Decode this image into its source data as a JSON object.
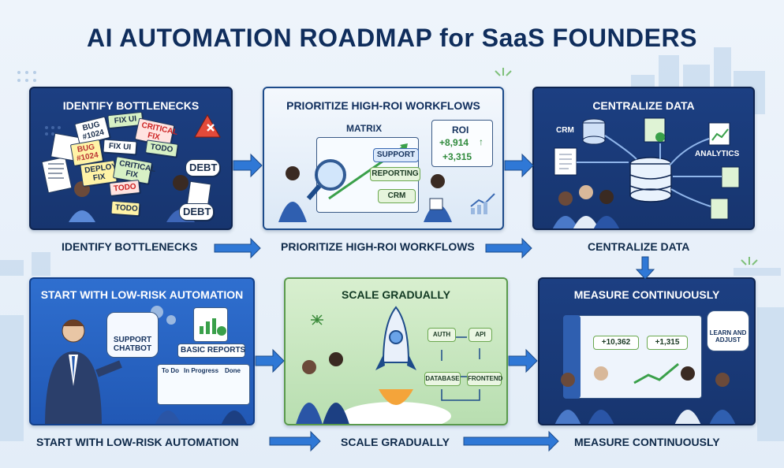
{
  "title": "AI AUTOMATION ROADMAP for SaaS FOUNDERS",
  "panels": [
    {
      "heading": "IDENTIFY BOTTLENECKS",
      "caption": "IDENTIFY BOTTLENECKS"
    },
    {
      "heading": "PRIORITIZE HIGH-ROI WORKFLOWS",
      "caption": "PRIORITIZE HIGH-ROI WORKFLOWS"
    },
    {
      "heading": "CENTRALIZE DATA",
      "caption": "CENTRALIZE DATA"
    },
    {
      "heading": "START WITH LOW-RISK AUTOMATION",
      "caption": "START WITH LOW-RISK AUTOMATION"
    },
    {
      "heading": "SCALE GRADUALLY",
      "caption": "SCALE GRADUALLY"
    },
    {
      "heading": "MEASURE CONTINUOUSLY",
      "caption": "MEASURE CONTINUOUSLY"
    }
  ],
  "bottlenecks": {
    "notes": [
      "BUG\n#1024",
      "FIX UI",
      "CRITICAL\nFIX",
      "BUG\n#1024",
      "FIX UI",
      "TODO",
      "DEPLOY\nFIX",
      "CRITICAL\nFIX",
      "TODO",
      "TODO"
    ],
    "debt_1": "DEBT",
    "debt_2": "DEBT"
  },
  "prioritize": {
    "matrix_label": "MATRIX",
    "items": [
      "SUPPORT",
      "REPORTING",
      "CRM"
    ],
    "roi_label": "ROI",
    "roi_values": [
      "+8,914",
      "+3,315"
    ]
  },
  "centralize": {
    "crm_label": "CRM",
    "analytics_label": "ANALYTICS"
  },
  "lowrisk": {
    "chatbot_label": "SUPPORT\nCHATBOT",
    "reports_label": "BASIC REPORTS",
    "kanban_columns": [
      "To Do",
      "In Progress",
      "Done"
    ]
  },
  "scale": {
    "boxes": [
      "AUTH",
      "API",
      "DATABASE",
      "FRONTEND"
    ]
  },
  "measure": {
    "metrics": [
      "+10,362",
      "+1,315"
    ],
    "learn_label": "LEARN AND\nADJUST"
  },
  "colors": {
    "navy": "#17356f",
    "blue": "#2158b5",
    "green_panel": "#b8deb0",
    "arrow": "#2f78d6"
  }
}
